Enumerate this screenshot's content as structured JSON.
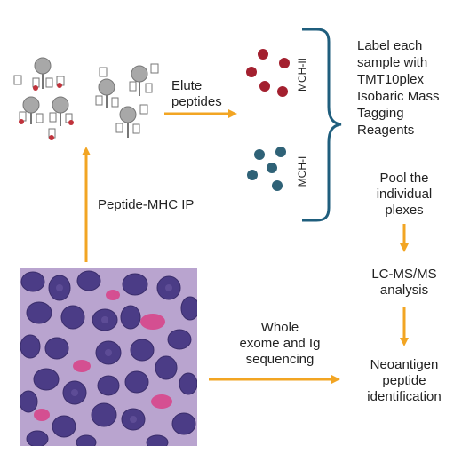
{
  "diagram": {
    "steps": {
      "elute": [
        "Elute",
        "peptides"
      ],
      "ip": "Peptide-MHC IP",
      "mhc_ii": "MCH-II",
      "mhc_i": "MCH-I",
      "label": [
        "Label each",
        "sample with",
        "TMT10plex",
        "Isobaric Mass",
        "Tagging",
        "Reagents"
      ],
      "pool": [
        "Pool the",
        "individual",
        "plexes"
      ],
      "lcms": [
        "LC-MS/MS",
        "analysis"
      ],
      "sequencing": [
        "Whole",
        "exome and Ig",
        "sequencing"
      ],
      "neoantigen": [
        "Neoantigen",
        "peptide",
        "identification"
      ]
    },
    "colors": {
      "arrow": "#F2A523",
      "mhc_ii_dots": "#A3202F",
      "mhc_i_dots": "#2F6277",
      "brace": "#1F5E7D",
      "tissue_bg": "#B9A4CF",
      "nucleus": "#4B3C86",
      "pink": "#D8468B"
    }
  }
}
